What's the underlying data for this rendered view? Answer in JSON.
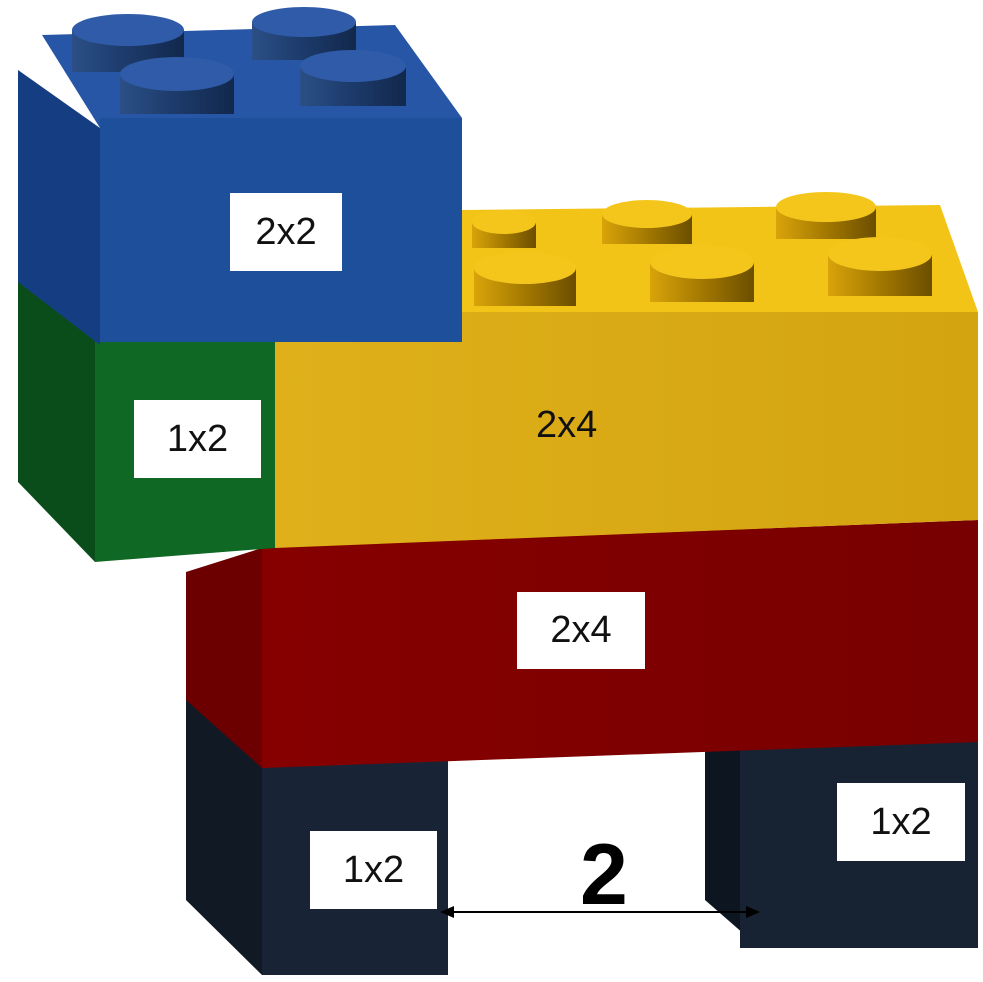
{
  "bricks": {
    "head": {
      "label": "2x2",
      "color": "#1f4f9a"
    },
    "neck": {
      "label": "1x2",
      "color": "#0f6a23"
    },
    "body_top": {
      "label": "2x4",
      "color": "#dcae18"
    },
    "body_bottom": {
      "label": "2x4",
      "color": "#7e0000"
    },
    "leg_front": {
      "label": "1x2",
      "color": "#162030"
    },
    "leg_back": {
      "label": "1x2",
      "color": "#162030"
    }
  },
  "dimension": {
    "value": "2"
  }
}
